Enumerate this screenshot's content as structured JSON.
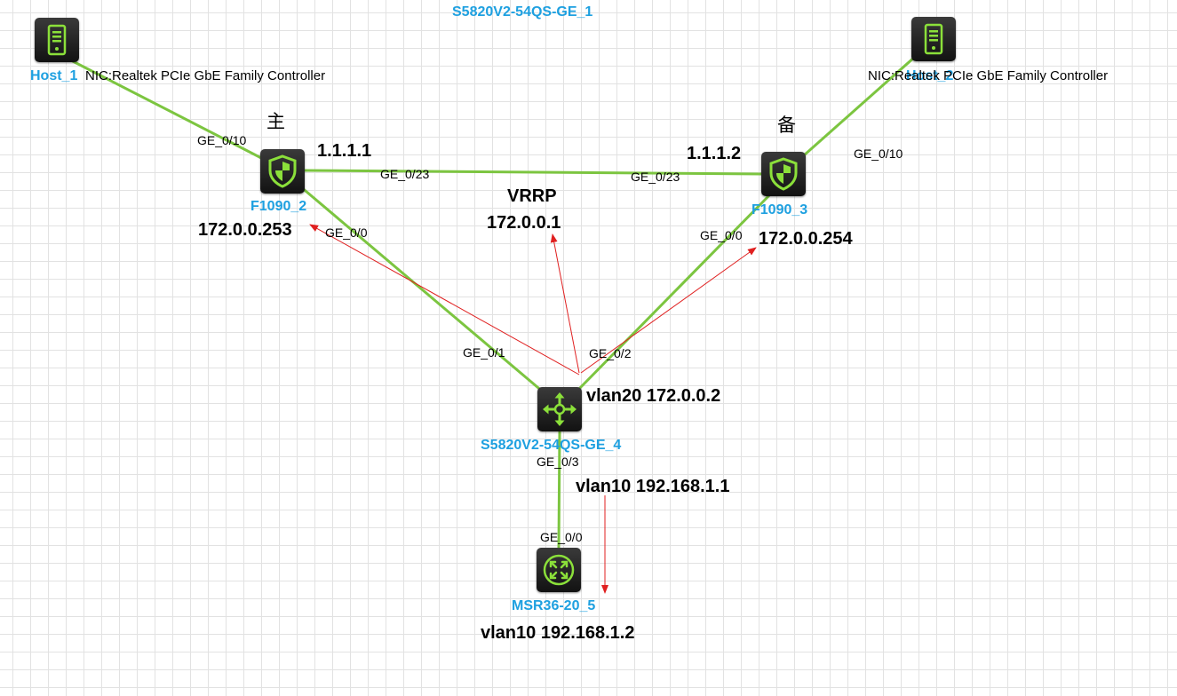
{
  "topology": {
    "header_label": "S5820V2-54QS-GE_1",
    "devices": {
      "host1": {
        "label": "Host_1",
        "icon": "server-icon",
        "nic": "NIC:Realtek PCIe GbE Family Controller"
      },
      "host2": {
        "label": "Host_2",
        "icon": "server-icon",
        "nic": "NIC:Realtek PCIe GbE Family Controller"
      },
      "fw_master": {
        "label": "F1090_2",
        "icon": "firewall-shield-icon",
        "role": "主",
        "ip_link": "1.1.1.1",
        "ip_lan": "172.0.0.253"
      },
      "fw_backup": {
        "label": "F1090_3",
        "icon": "firewall-shield-icon",
        "role": "备",
        "ip_link": "1.1.1.2",
        "ip_lan": "172.0.0.254"
      },
      "core_switch": {
        "label": "S5820V2-54QS-GE_4",
        "icon": "switch-arrows-icon",
        "ip_vlan20": "vlan20 172.0.0.2",
        "ip_vlan10": "vlan10 192.168.1.1"
      },
      "router": {
        "label": "MSR36-20_5",
        "icon": "router-icon",
        "ip_vlan10": "vlan10 192.168.1.2"
      }
    },
    "vrrp": {
      "title": "VRRP",
      "virtual_ip": "172.0.0.1"
    },
    "ports": {
      "fw2_ge010": "GE_0/10",
      "fw2_ge023": "GE_0/23",
      "fw2_ge00": "GE_0/0",
      "fw3_ge023": "GE_0/23",
      "fw3_ge010": "GE_0/10",
      "fw3_ge00": "GE_0/0",
      "sw_ge01": "GE_0/1",
      "sw_ge02": "GE_0/2",
      "sw_ge03": "GE_0/3",
      "rt_ge00": "GE_0/0"
    },
    "colors": {
      "link": "#7cc540",
      "arrow": "#e02020",
      "device_label": "#1ea0e0",
      "icon_green": "#8be03a",
      "grid": "#e2e2e2"
    }
  }
}
